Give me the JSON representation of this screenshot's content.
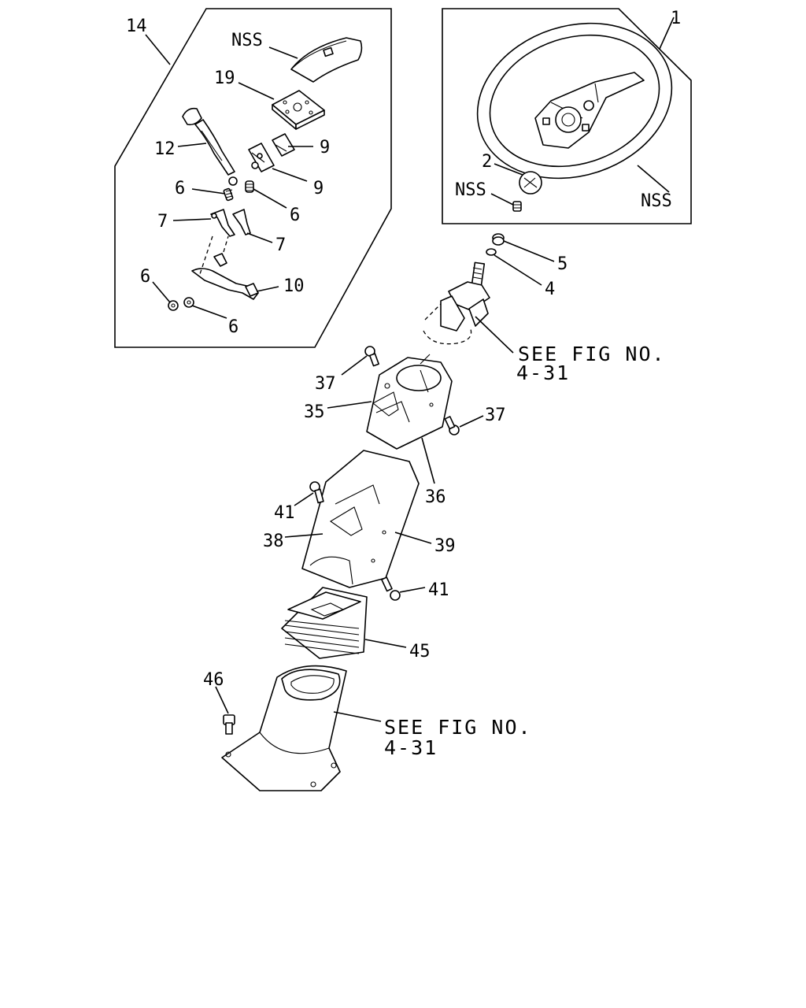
{
  "callouts": {
    "c14": "14",
    "c1": "1",
    "nss_pad": "NSS",
    "c19": "19",
    "c12": "12",
    "c9a": "9",
    "c9b": "9",
    "c6a": "6",
    "c6b": "6",
    "c7a": "7",
    "c7b": "7",
    "c6c": "6",
    "c10": "10",
    "c6d": "6",
    "c2": "2",
    "nss_screw": "NSS",
    "nss_wheel": "NSS",
    "c5": "5",
    "c4": "4",
    "c37a": "37",
    "c35": "35",
    "c37b": "37",
    "c36": "36",
    "c41a": "41",
    "c38": "38",
    "c39": "39",
    "c41b": "41",
    "c45": "45",
    "c46": "46"
  },
  "references": {
    "ref_top_line1": "SEE FIG NO.",
    "ref_top_line2": "4-31",
    "ref_bottom_line1": "SEE FIG NO.",
    "ref_bottom_line2": "4-31"
  }
}
